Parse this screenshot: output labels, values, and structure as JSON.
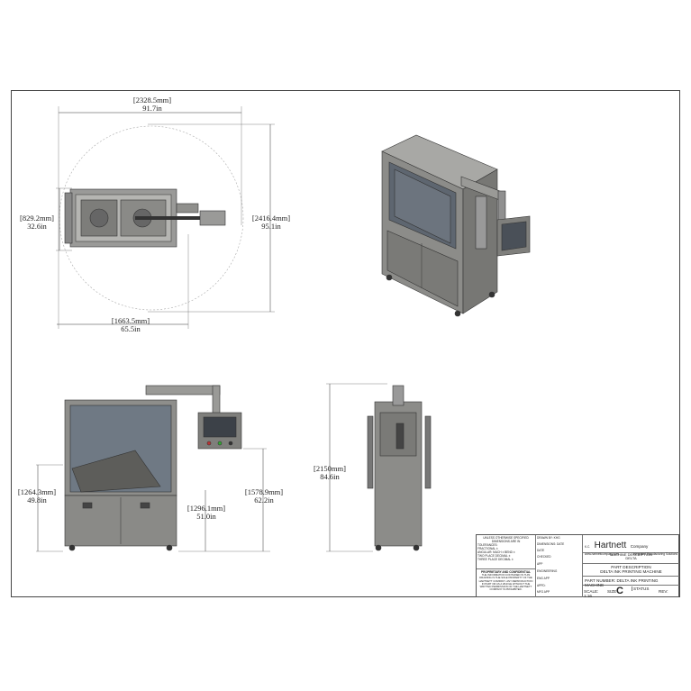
{
  "dimensions": {
    "top_width_mm": "[2328.5mm]",
    "top_width_in": "91.7in",
    "top_depth_mm": "[829.2mm]",
    "top_depth_in": "32.6in",
    "top_height_mm": "[2416.4mm]",
    "top_height_in": "95.1in",
    "top_lower_mm": "[1663.5mm]",
    "top_lower_in": "65.5in",
    "front_left_mm": "[1264.3mm]",
    "front_left_in": "49.8in",
    "front_mid_mm": "[1296.1mm]",
    "front_mid_in": "51.0in",
    "front_right_mm": "[1578.9mm]",
    "front_right_in": "62.2in",
    "side_height_mm": "[2150mm]",
    "side_height_in": "84.6in"
  },
  "title_block": {
    "unless_otherwise": "UNLESS OTHERWISE SPECIFIED",
    "dims_in": "DIMENSIONS ARE IN",
    "tol": "TOLERANCES:",
    "tol_1": "FRACTIONAL ±",
    "tol_2": "ANGULAR: MACH ±  BEND ±",
    "tol_3": "TWO PLACE DECIMAL ±",
    "tol_4": "THREE PLACE DECIMAL ±",
    "proprietary": "PROPRIETARY AND CONFIDENTIAL",
    "prop_text": "THE INFORMATION CONTAINED IN THIS DRAWING IS THE SOLE PROPERTY OF THE HARTNETT COMPANY. ANY REPRODUCTION IN PART OR AS A WHOLE WITHOUT THE WRITTEN PERMISSION OF THE HARTNETT COMPANY IS PROHIBITED.",
    "drawn_by": "DRAWN BY: KHG",
    "dimensions_date": "DIMENSIONS: DATE",
    "date": "DATE",
    "checked": "CHECKED",
    "app": "APP",
    "appd": "APPD:",
    "engineering": "ENGINEERING",
    "eng_app": "ENG APP",
    "mfg": "MFG APP",
    "brand_prefix": "K.C.",
    "brand_name": "Hartnett",
    "brand_suffix": "Company",
    "brand_sub": "Integrated Manufacturing Solutions",
    "brand_url": "www.hartnettcompany.com",
    "machine_desc_label": "MACHINE DESCRIPTION",
    "machine_desc": "DELTA",
    "part_desc_label": "PART DESCRIPTION",
    "part_desc": "DELTA INK PRINTING MACHINE",
    "part_number": "PART NUMBER: DELTA INK PRINTING MACHINE",
    "scale": "SCALE: 1:16",
    "size_label": "SIZE",
    "size": "C",
    "status": "STATUS",
    "rev": "REV:"
  }
}
